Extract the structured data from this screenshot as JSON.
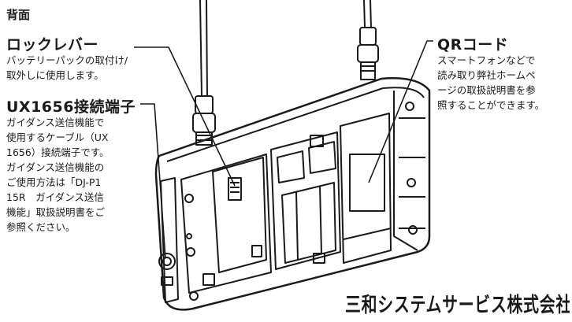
{
  "section_title": "背面",
  "labels": {
    "lock_lever": {
      "title": "ロックレバー",
      "lines": [
        "バッテリーパックの取付け/",
        "取外しに使用します。"
      ]
    },
    "ux_terminal": {
      "title": "UX1656接続端子",
      "lines": [
        "ガイダンス送信機能で",
        "使用するケーブル（UX",
        "1656）接続端子です。",
        "ガイダンス送信機能の",
        "ご使用方法は「DJ-P1",
        "15R　ガイダンス送信",
        "機能」取扱説明書をご",
        "参照ください。"
      ]
    },
    "qr_code": {
      "title": "QRコード",
      "lines": [
        "スマートフォンなどで",
        "読み取り弊社ホームペ",
        "ージの取扱説明書を参",
        "照することができます。"
      ]
    }
  },
  "logo_text": "三和システムサービス株式会社"
}
